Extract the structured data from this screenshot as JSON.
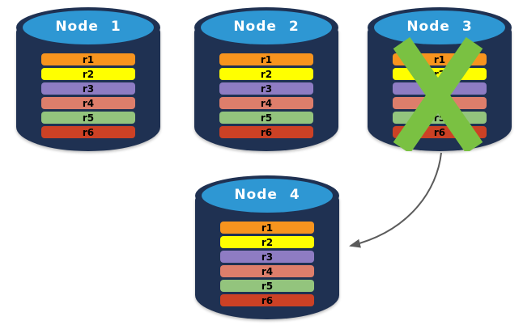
{
  "diagram": {
    "colors": {
      "background": "#FFFFFF",
      "cylinder_body": "#1F3152",
      "cylinder_top": "#2E97D3",
      "node_label_text": "#FFFFFF",
      "row_label_text": "#000000",
      "failure_x": "#7AC142",
      "arrow": "#5B5B5B"
    },
    "nodes": [
      {
        "label": "Node 1",
        "failed": false,
        "rows": [
          {
            "label": "r1",
            "color": "#F7941E"
          },
          {
            "label": "r2",
            "color": "#FFFF00"
          },
          {
            "label": "r3",
            "color": "#8E7CC3"
          },
          {
            "label": "r4",
            "color": "#DD7E6B"
          },
          {
            "label": "r5",
            "color": "#93C47D"
          },
          {
            "label": "r6",
            "color": "#CC4125"
          }
        ]
      },
      {
        "label": "Node 2",
        "failed": false,
        "rows": [
          {
            "label": "r1",
            "color": "#F7941E"
          },
          {
            "label": "r2",
            "color": "#FFFF00"
          },
          {
            "label": "r3",
            "color": "#8E7CC3"
          },
          {
            "label": "r4",
            "color": "#DD7E6B"
          },
          {
            "label": "r5",
            "color": "#93C47D"
          },
          {
            "label": "r6",
            "color": "#CC4125"
          }
        ]
      },
      {
        "label": "Node 3",
        "failed": true,
        "rows": [
          {
            "label": "r1",
            "color": "#F7941E"
          },
          {
            "label": "r2",
            "color": "#FFFF00"
          },
          {
            "label": "r3",
            "color": "#8E7CC3"
          },
          {
            "label": "r4",
            "color": "#DD7E6B"
          },
          {
            "label": "r5",
            "color": "#93C47D"
          },
          {
            "label": "r6",
            "color": "#CC4125"
          }
        ]
      },
      {
        "label": "Node 4",
        "failed": false,
        "rows": [
          {
            "label": "r1",
            "color": "#F7941E"
          },
          {
            "label": "r2",
            "color": "#FFFF00"
          },
          {
            "label": "r3",
            "color": "#8E7CC3"
          },
          {
            "label": "r4",
            "color": "#DD7E6B"
          },
          {
            "label": "r5",
            "color": "#93C47D"
          },
          {
            "label": "r6",
            "color": "#CC4125"
          }
        ]
      }
    ],
    "arrow": {
      "from": "Node 3",
      "to": "Node 4"
    }
  }
}
